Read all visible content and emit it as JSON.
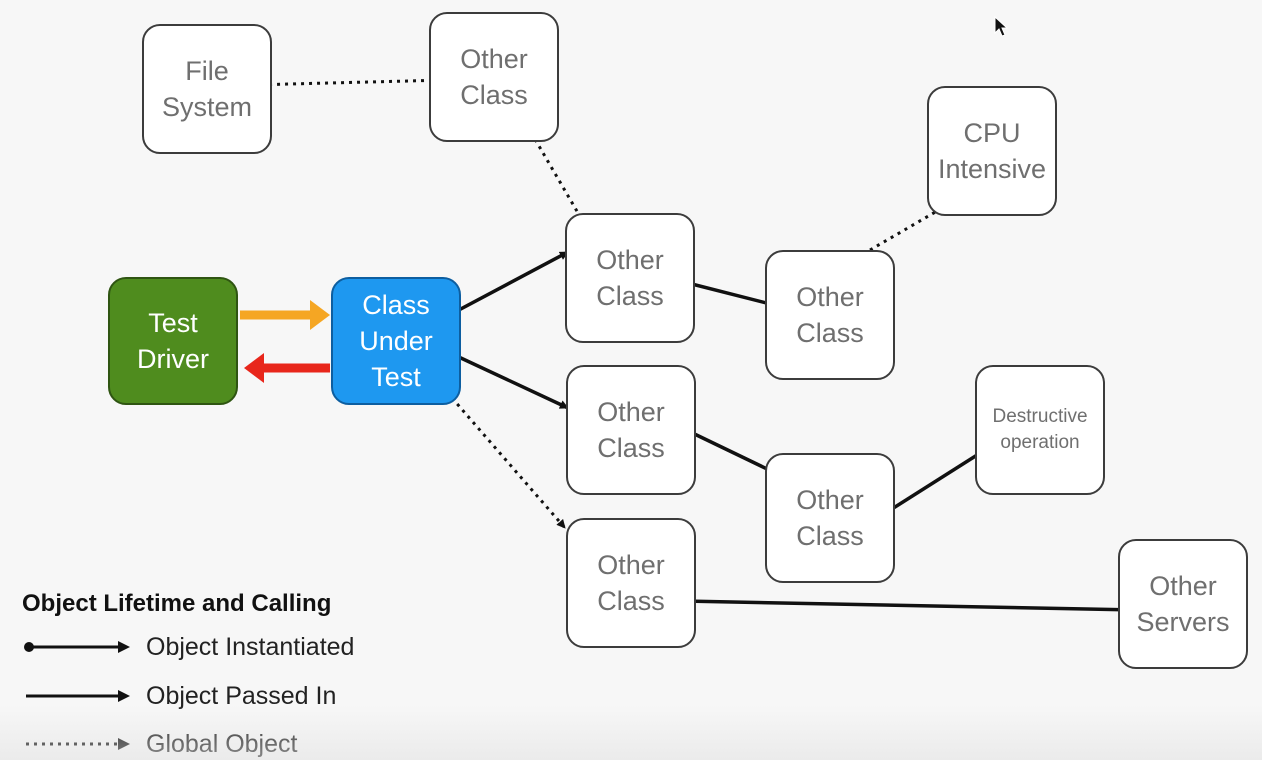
{
  "diagram": {
    "nodes": {
      "file_system": "File\nSystem",
      "other_class_top": "Other\nClass",
      "cpu_intensive": "CPU\nIntensive",
      "test_driver": "Test\nDriver",
      "class_under_test": "Class\nUnder\nTest",
      "other_class_1": "Other\nClass",
      "other_class_2": "Other\nClass",
      "other_class_3": "Other\nClass",
      "other_class_4": "Other\nClass",
      "other_class_5": "Other\nClass",
      "destructive_operation": "Destructive\noperation",
      "other_servers": "Other\nServers"
    },
    "colors": {
      "driver": "#4f8c1e",
      "class_under_test": "#1e98f0",
      "call_arrow": "#f5a623",
      "return_arrow": "#e8261b",
      "box_border": "#3c3c3c",
      "box_text": "#6f6f6f"
    }
  },
  "legend": {
    "title": "Object Lifetime and Calling",
    "instantiated": "Object Instantiated",
    "passed_in": "Object Passed In",
    "global": "Global Object"
  }
}
